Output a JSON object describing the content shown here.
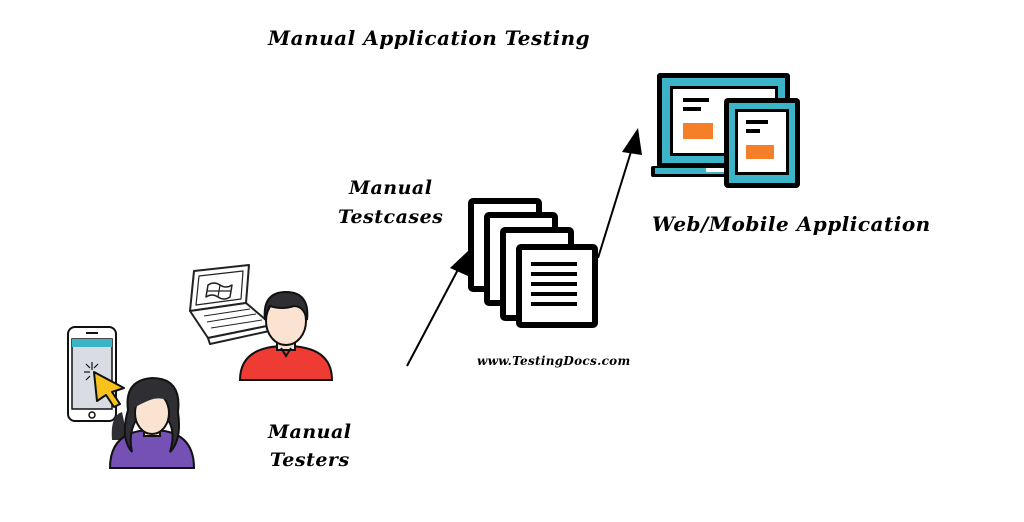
{
  "diagram": {
    "title": "Manual Application Testing",
    "testcases_label_line1": "Manual",
    "testcases_label_line2": "Testcases",
    "application_label": "Web/Mobile Application",
    "testers_label_line1": "Manual",
    "testers_label_line2": "Testers",
    "website": "www.TestingDocs.com"
  },
  "colors": {
    "device_teal": "#3cb4c8",
    "content_orange": "#f57f29",
    "male_shirt": "#ee3b34",
    "female_shirt": "#7550b5",
    "skin": "#fbe3d2",
    "hair": "#2f2f33",
    "cursor_yellow": "#f8c21d"
  },
  "icons": [
    "laptop-tablet-icon",
    "document-stack-icon",
    "mobile-phone-icon",
    "laptop-sketch-icon",
    "male-tester-icon",
    "female-tester-icon",
    "arrow-icon"
  ]
}
